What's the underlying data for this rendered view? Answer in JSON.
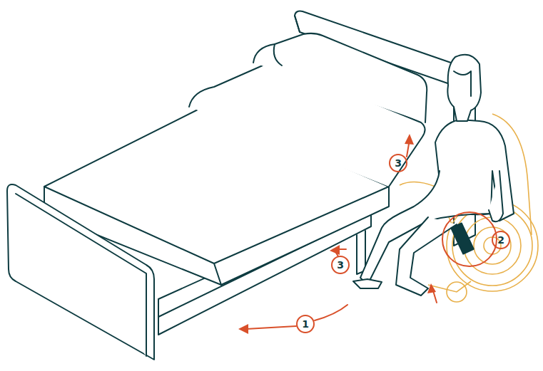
{
  "diagram": {
    "labels": [
      "3",
      "2",
      "3",
      "1"
    ]
  }
}
